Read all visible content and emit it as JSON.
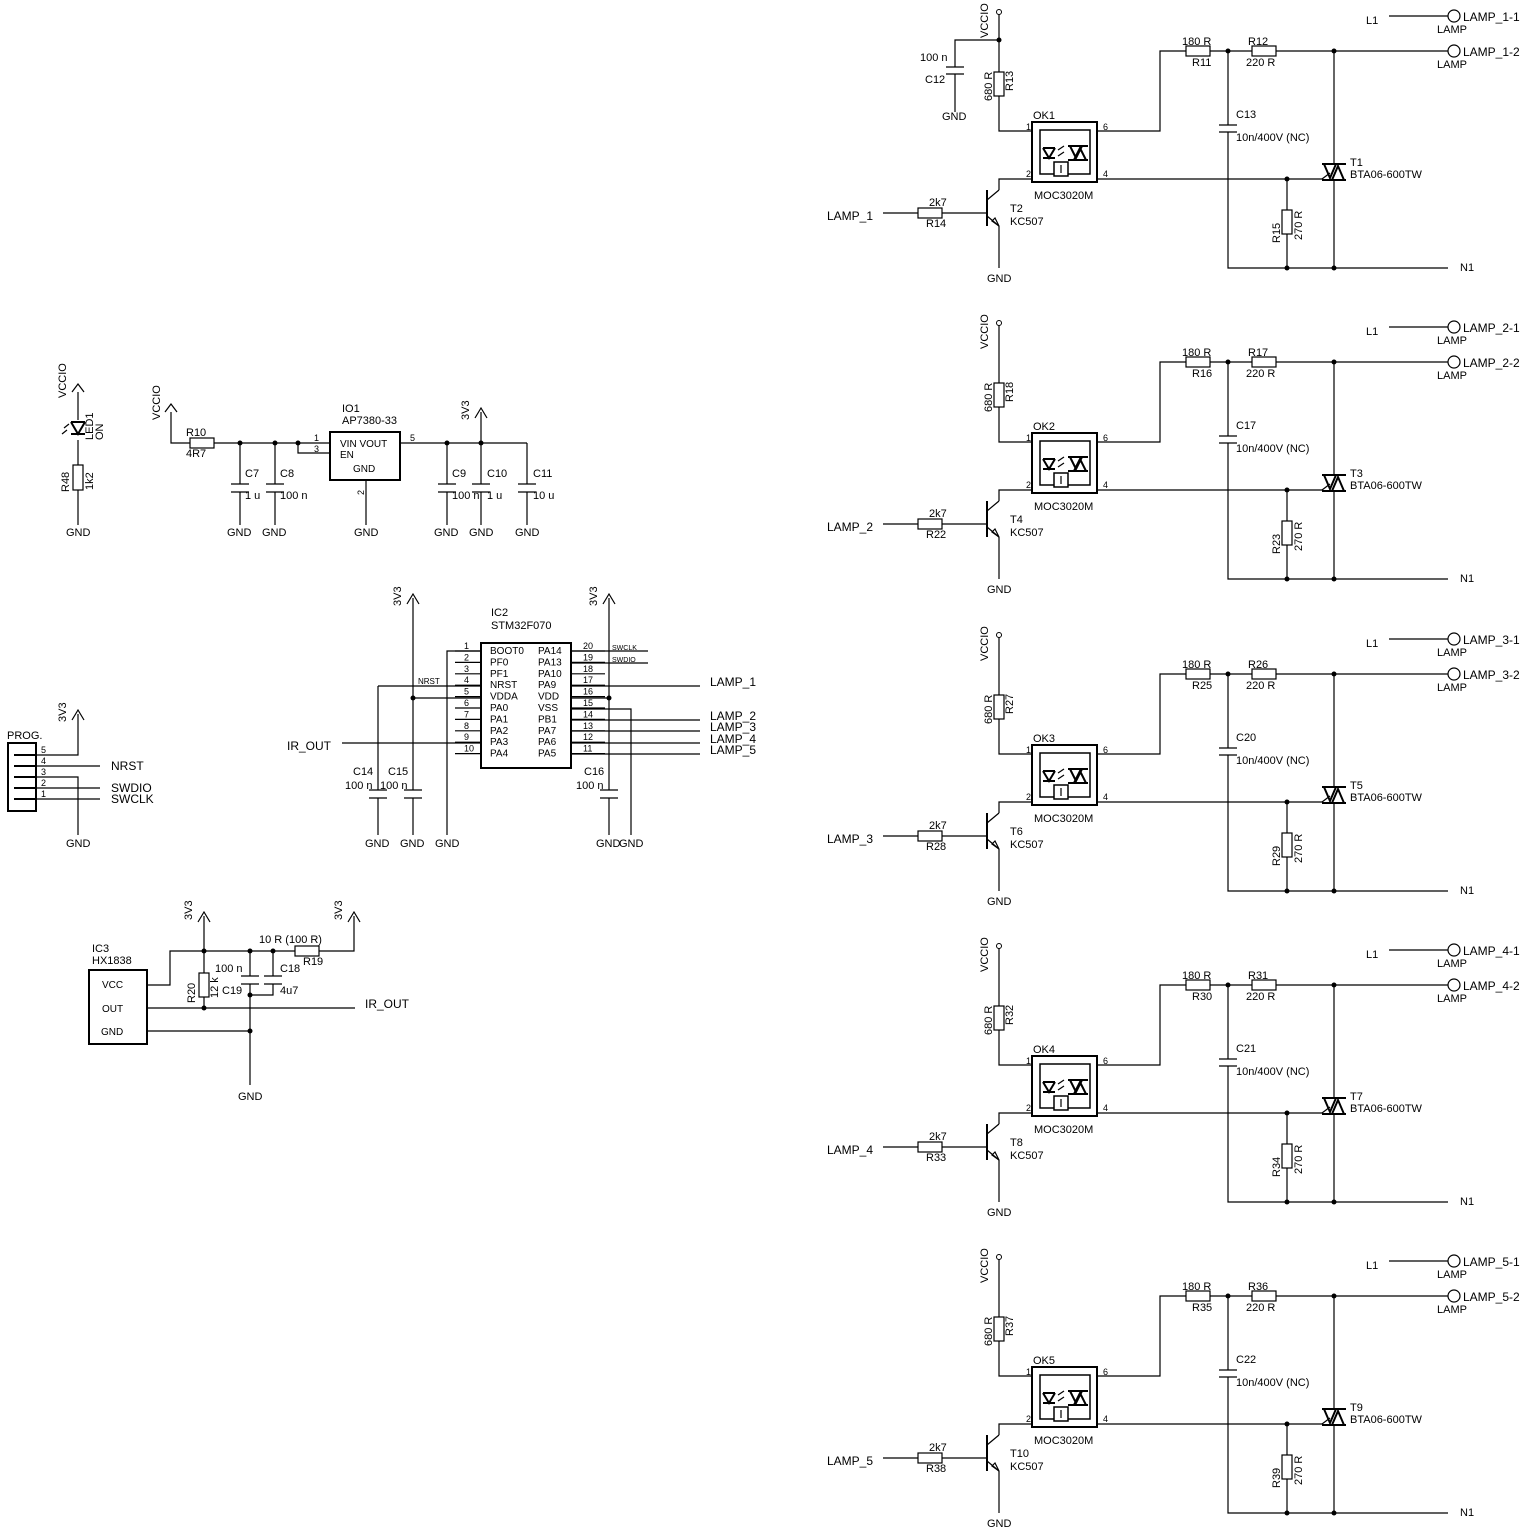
{
  "power": {
    "vccio": "VCCIO",
    "v3": "3V3",
    "gnd": "GND"
  },
  "led_section": {
    "led_ref": "LED1",
    "led_val": "ON",
    "res_ref": "R48",
    "res_val": "1k2"
  },
  "regulator": {
    "r_ref": "R10",
    "r_val": "4R7",
    "c7_ref": "C7",
    "c7_val": "1 u",
    "c8_ref": "C8",
    "c8_val": "100 n",
    "ic_ref": "IO1",
    "ic_val": "AP7380-33",
    "pin_vin_vout": "VIN VOUT",
    "pin_en": "EN",
    "pin_gnd": "GND",
    "pin1": "1",
    "pin3": "3",
    "pin5": "5",
    "pin2": "2",
    "c9_ref": "C9",
    "c9_val": "100 n",
    "c10_ref": "C10",
    "c10_val": "1 u",
    "c11_ref": "C11",
    "c11_val": "10 u"
  },
  "mcu": {
    "ref": "IC2",
    "val": "STM32F070",
    "left_pins": [
      {
        "num": "1",
        "name": "BOOT0"
      },
      {
        "num": "2",
        "name": "PF0"
      },
      {
        "num": "3",
        "name": "PF1"
      },
      {
        "num": "4",
        "name": "NRST"
      },
      {
        "num": "5",
        "name": "VDDA"
      },
      {
        "num": "6",
        "name": "PA0"
      },
      {
        "num": "7",
        "name": "PA1"
      },
      {
        "num": "8",
        "name": "PA2"
      },
      {
        "num": "9",
        "name": "PA3"
      },
      {
        "num": "10",
        "name": "PA4"
      }
    ],
    "right_pins": [
      {
        "num": "20",
        "name": "PA14"
      },
      {
        "num": "19",
        "name": "PA13"
      },
      {
        "num": "18",
        "name": "PA10"
      },
      {
        "num": "17",
        "name": "PA9"
      },
      {
        "num": "16",
        "name": "VDD"
      },
      {
        "num": "15",
        "name": "VSS"
      },
      {
        "num": "14",
        "name": "PB1"
      },
      {
        "num": "13",
        "name": "PA7"
      },
      {
        "num": "12",
        "name": "PA6"
      },
      {
        "num": "11",
        "name": "PA5"
      }
    ],
    "net_nrst": "NRST",
    "net_swclk": "SWCLK",
    "net_swdio": "SWDIO",
    "lamp1": "LAMP_1",
    "lamp2": "LAMP_2",
    "lamp3": "LAMP_3",
    "lamp4": "LAMP_4",
    "lamp5": "LAMP_5",
    "ir_out": "IR_OUT",
    "c14_ref": "C14",
    "c14_val": "100 n",
    "c15_ref": "C15",
    "c15_val": "100 n",
    "c16_ref": "C16",
    "c16_val": "100 n"
  },
  "prog": {
    "ref": "PROG.",
    "pins": [
      "5",
      "4",
      "3",
      "2",
      "1"
    ],
    "nrst": "NRST",
    "swdio": "SWDIO",
    "swclk": "SWCLK"
  },
  "ir": {
    "ref": "IC3",
    "val": "HX1838",
    "vcc": "VCC",
    "out": "OUT",
    "gnd": "GND",
    "r20_ref": "R20",
    "r20_val": "12 k",
    "c19_ref": "C19",
    "c19_val": "100 n",
    "c18_ref": "C18",
    "c18_val": "4u7",
    "r19_ref": "R19",
    "r19_val": "10 R (100 R)",
    "ir_out": "IR_OUT"
  },
  "channels": [
    {
      "lamp": "LAMP_1",
      "rb_ref": "R14",
      "rb_val": "2k7",
      "q_ref": "T2",
      "q_val": "KC507",
      "ok_ref": "OK1",
      "ok_val": "MOC3020M",
      "rl_ref": "R13",
      "rl_val": "680 R",
      "ra_ref": "R11",
      "ra_val": "180 R",
      "rc_ref": "R12",
      "rc_val": "220 R",
      "c_ref": "C13",
      "c_val": "10n/400V (NC)",
      "t_ref": "T1",
      "t_val": "BTA06-600TW",
      "rg_ref": "R15",
      "rg_val": "270 R",
      "l1": "L1",
      "n1": "N1",
      "out1": "LAMP_1-1",
      "out2": "LAMP_1-2",
      "lamp_label": "LAMP",
      "cd_ref": "C12",
      "cd_val": "100 n"
    },
    {
      "lamp": "LAMP_2",
      "rb_ref": "R22",
      "rb_val": "2k7",
      "q_ref": "T4",
      "q_val": "KC507",
      "ok_ref": "OK2",
      "ok_val": "MOC3020M",
      "rl_ref": "R18",
      "rl_val": "680 R",
      "ra_ref": "R16",
      "ra_val": "180 R",
      "rc_ref": "R17",
      "rc_val": "220 R",
      "c_ref": "C17",
      "c_val": "10n/400V (NC)",
      "t_ref": "T3",
      "t_val": "BTA06-600TW",
      "rg_ref": "R23",
      "rg_val": "270 R",
      "l1": "L1",
      "n1": "N1",
      "out1": "LAMP_2-1",
      "out2": "LAMP_2-2",
      "lamp_label": "LAMP"
    },
    {
      "lamp": "LAMP_3",
      "rb_ref": "R28",
      "rb_val": "2k7",
      "q_ref": "T6",
      "q_val": "KC507",
      "ok_ref": "OK3",
      "ok_val": "MOC3020M",
      "rl_ref": "R27",
      "rl_val": "680 R",
      "ra_ref": "R25",
      "ra_val": "180 R",
      "rc_ref": "R26",
      "rc_val": "220 R",
      "c_ref": "C20",
      "c_val": "10n/400V (NC)",
      "t_ref": "T5",
      "t_val": "BTA06-600TW",
      "rg_ref": "R29",
      "rg_val": "270 R",
      "l1": "L1",
      "n1": "N1",
      "out1": "LAMP_3-1",
      "out2": "LAMP_3-2",
      "lamp_label": "LAMP"
    },
    {
      "lamp": "LAMP_4",
      "rb_ref": "R33",
      "rb_val": "2k7",
      "q_ref": "T8",
      "q_val": "KC507",
      "ok_ref": "OK4",
      "ok_val": "MOC3020M",
      "rl_ref": "R32",
      "rl_val": "680 R",
      "ra_ref": "R30",
      "ra_val": "180 R",
      "rc_ref": "R31",
      "rc_val": "220 R",
      "c_ref": "C21",
      "c_val": "10n/400V (NC)",
      "t_ref": "T7",
      "t_val": "BTA06-600TW",
      "rg_ref": "R34",
      "rg_val": "270 R",
      "l1": "L1",
      "n1": "N1",
      "out1": "LAMP_4-1",
      "out2": "LAMP_4-2",
      "lamp_label": "LAMP"
    },
    {
      "lamp": "LAMP_5",
      "rb_ref": "R38",
      "rb_val": "2k7",
      "q_ref": "T10",
      "q_val": "KC507",
      "ok_ref": "OK5",
      "ok_val": "MOC3020M",
      "rl_ref": "R37",
      "rl_val": "680 R",
      "ra_ref": "R35",
      "ra_val": "180 R",
      "rc_ref": "R36",
      "rc_val": "220 R",
      "c_ref": "C22",
      "c_val": "10n/400V (NC)",
      "t_ref": "T9",
      "t_val": "BTA06-600TW",
      "rg_ref": "R39",
      "rg_val": "270 R",
      "l1": "L1",
      "n1": "N1",
      "out1": "LAMP_5-1",
      "out2": "LAMP_5-2",
      "lamp_label": "LAMP"
    }
  ]
}
